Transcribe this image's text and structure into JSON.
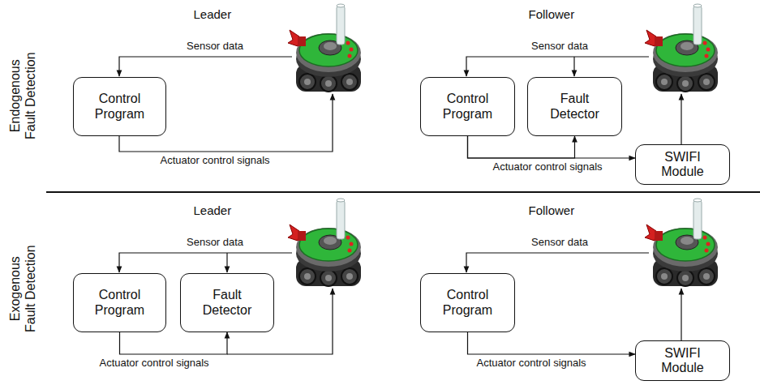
{
  "diagram": {
    "nodes": [
      {
        "text": [
          "Control Program"
        ]
      },
      {
        "text": [
          "Control Program"
        ]
      },
      {
        "text": [
          "Fault Detector"
        ]
      },
      {
        "text": [
          "SWIFI Module"
        ]
      },
      {
        "text": [
          "Control Program"
        ]
      },
      {
        "text": [
          "Fault Detector"
        ]
      },
      {
        "text": [
          "Control Program"
        ]
      },
      {
        "text": [
          "SWIFI Module"
        ]
      }
    ],
    "edges": [
      {
        "from": 1,
        "to": 3,
        "arrow": "to",
        "label": "Actuator control signals"
      },
      {
        "from": 1,
        "to": 2,
        "arrow": "to"
      },
      {
        "from": 4,
        "to": 5,
        "arrow": "to"
      },
      {
        "from": 6,
        "to": 7,
        "arrow": "to",
        "label": "Actuator control signals"
      }
    ],
    "labels": [
      "Endogenous Fault Detection",
      "Leader",
      "Sensor data",
      "Actuator control signals",
      "Follower",
      "Sensor data",
      "Exogenous Fault Detection",
      "Leader",
      "Sensor data",
      "Actuator control signals",
      "Follower",
      "Sensor data"
    ]
  }
}
